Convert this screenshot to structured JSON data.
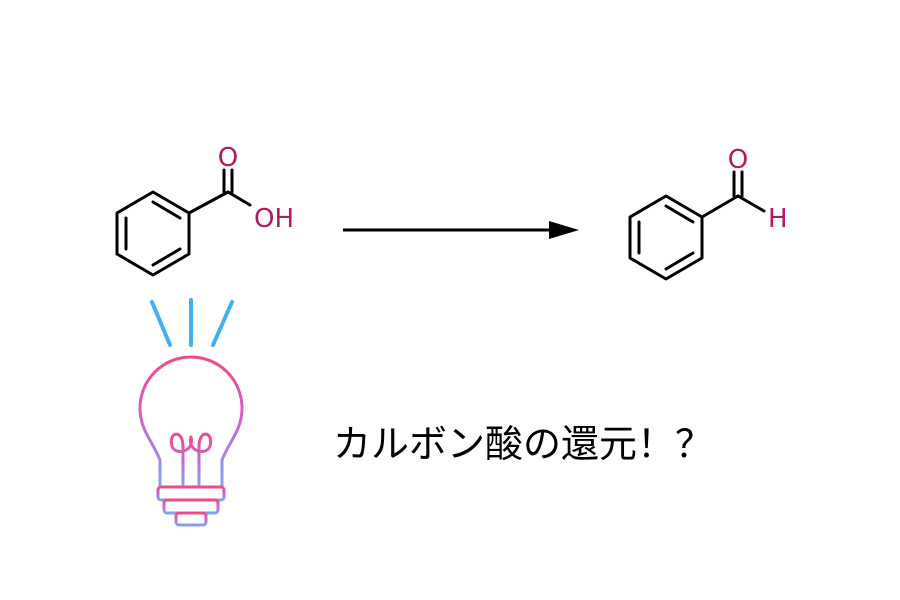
{
  "reactant": {
    "label_o": "O",
    "label_oh": "OH"
  },
  "product": {
    "label_o": "O",
    "label_h": "H"
  },
  "caption": "カルボン酸の還元！？",
  "colors": {
    "bond": "#000000",
    "hetero_atom": "#b5185f",
    "bulb_gradient_top": "#f04a86",
    "bulb_gradient_bottom": "#7fa6f5",
    "rays": "#3fb0f0"
  },
  "icons": {
    "bulb": "lightbulb-icon",
    "arrow": "reaction-arrow"
  }
}
